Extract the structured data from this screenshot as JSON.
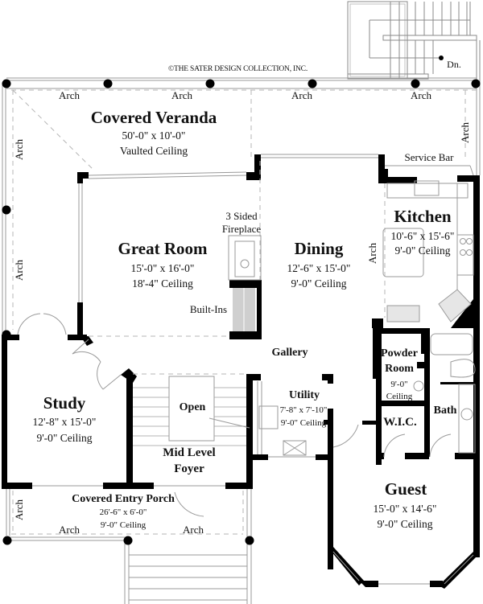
{
  "copyright": "©THE SATER DESIGN COLLECTION, INC.",
  "stair_top": {
    "label": "Dn."
  },
  "covered_veranda": {
    "name": "Covered Veranda",
    "size": "50'-0\" x 10'-0\"",
    "ceiling": "Vaulted Ceiling"
  },
  "arch_labels": {
    "top": [
      "Arch",
      "Arch",
      "Arch",
      "Arch"
    ],
    "left_veranda_upper": "Arch",
    "left_veranda_lower": "Arch",
    "right_veranda": "Arch",
    "kitchen_dining": "Arch",
    "porch_left_vertical": "Arch",
    "porch_bottom": [
      "Arch",
      "Arch"
    ]
  },
  "service_bar": {
    "label": "Service Bar"
  },
  "kitchen": {
    "name": "Kitchen",
    "size": "10'-6\" x 15'-6\"",
    "ceiling": "9'-0\" Ceiling"
  },
  "fireplace": {
    "label_line1": "3 Sided",
    "label_line2": "Fireplace"
  },
  "great_room": {
    "name": "Great Room",
    "size": "15'-0\" x 16'-0\"",
    "ceiling": "18'-4\" Ceiling"
  },
  "dining": {
    "name": "Dining",
    "size": "12'-6\" x 15'-0\"",
    "ceiling": "9'-0\" Ceiling"
  },
  "built_ins": {
    "label": "Built-Ins"
  },
  "gallery": {
    "name": "Gallery"
  },
  "powder_room": {
    "name_line1": "Powder",
    "name_line2": "Room",
    "ceiling_line1": "9'-0\"",
    "ceiling_line2": "Ceiling"
  },
  "study": {
    "name": "Study",
    "size": "12'-8\" x 15'-0\"",
    "ceiling": "9'-0\" Ceiling"
  },
  "open": {
    "label": "Open"
  },
  "utility": {
    "name": "Utility",
    "size": "7'-8\" x 7'-10\"",
    "ceiling": "9'-0\" Ceiling"
  },
  "wic": {
    "name": "W.I.C."
  },
  "bath": {
    "name": "Bath"
  },
  "foyer": {
    "name_line1": "Mid Level",
    "name_line2": "Foyer"
  },
  "guest": {
    "name": "Guest",
    "size": "15'-0\" x 14'-6\"",
    "ceiling": "9'-0\" Ceiling"
  },
  "entry_porch": {
    "name": "Covered Entry Porch",
    "size": "26'-6\" x 6'-0\"",
    "ceiling": "9'-0\" Ceiling"
  },
  "colors": {
    "wall": "#000000",
    "thin_line": "#9a9a9a",
    "dash": "#b5b5b5",
    "fixture_fill": "#cfcfcf"
  }
}
